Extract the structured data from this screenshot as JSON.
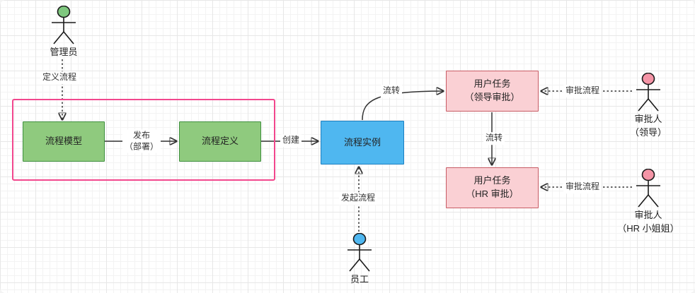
{
  "colors": {
    "green_fill": "#8FCA7E",
    "green_border": "#3E8F3E",
    "blue_fill": "#4FB7F0",
    "blue_border": "#1C7FC0",
    "pink_fill": "#FAD0D4",
    "pink_border": "#C75B64",
    "highlight_border": "#F2478D",
    "actor_green": "#7FC87F",
    "actor_blue": "#4FB7F0",
    "actor_pink": "#F494A6",
    "line": "#333333"
  },
  "icons": {
    "actor_figure": "stick-figure"
  },
  "actors": {
    "admin": {
      "label": "管理员"
    },
    "employee": {
      "label": "员工"
    },
    "approver_leader": {
      "label_line1": "审批人",
      "label_line2": "（领导）"
    },
    "approver_hr": {
      "label_line1": "审批人",
      "label_line2": "（HR 小姐姐）"
    }
  },
  "nodes": {
    "process_model": {
      "label": "流程模型"
    },
    "process_definition": {
      "label": "流程定义"
    },
    "process_instance": {
      "label": "流程实例"
    },
    "user_task_leader": {
      "label_line1": "用户任务",
      "label_line2": "（领导审批）"
    },
    "user_task_hr": {
      "label_line1": "用户任务",
      "label_line2": "（HR 审批）"
    }
  },
  "edges": {
    "define_process": {
      "label": "定义流程"
    },
    "deploy": {
      "label_line1": "发布",
      "label_line2": "（部署）"
    },
    "create": {
      "label": "创建"
    },
    "flow_to_leader": {
      "label": "流转"
    },
    "flow_to_hr": {
      "label": "流转"
    },
    "approve_leader": {
      "label": "审批流程"
    },
    "approve_hr": {
      "label": "审批流程"
    },
    "initiate": {
      "label": "发起流程"
    }
  }
}
